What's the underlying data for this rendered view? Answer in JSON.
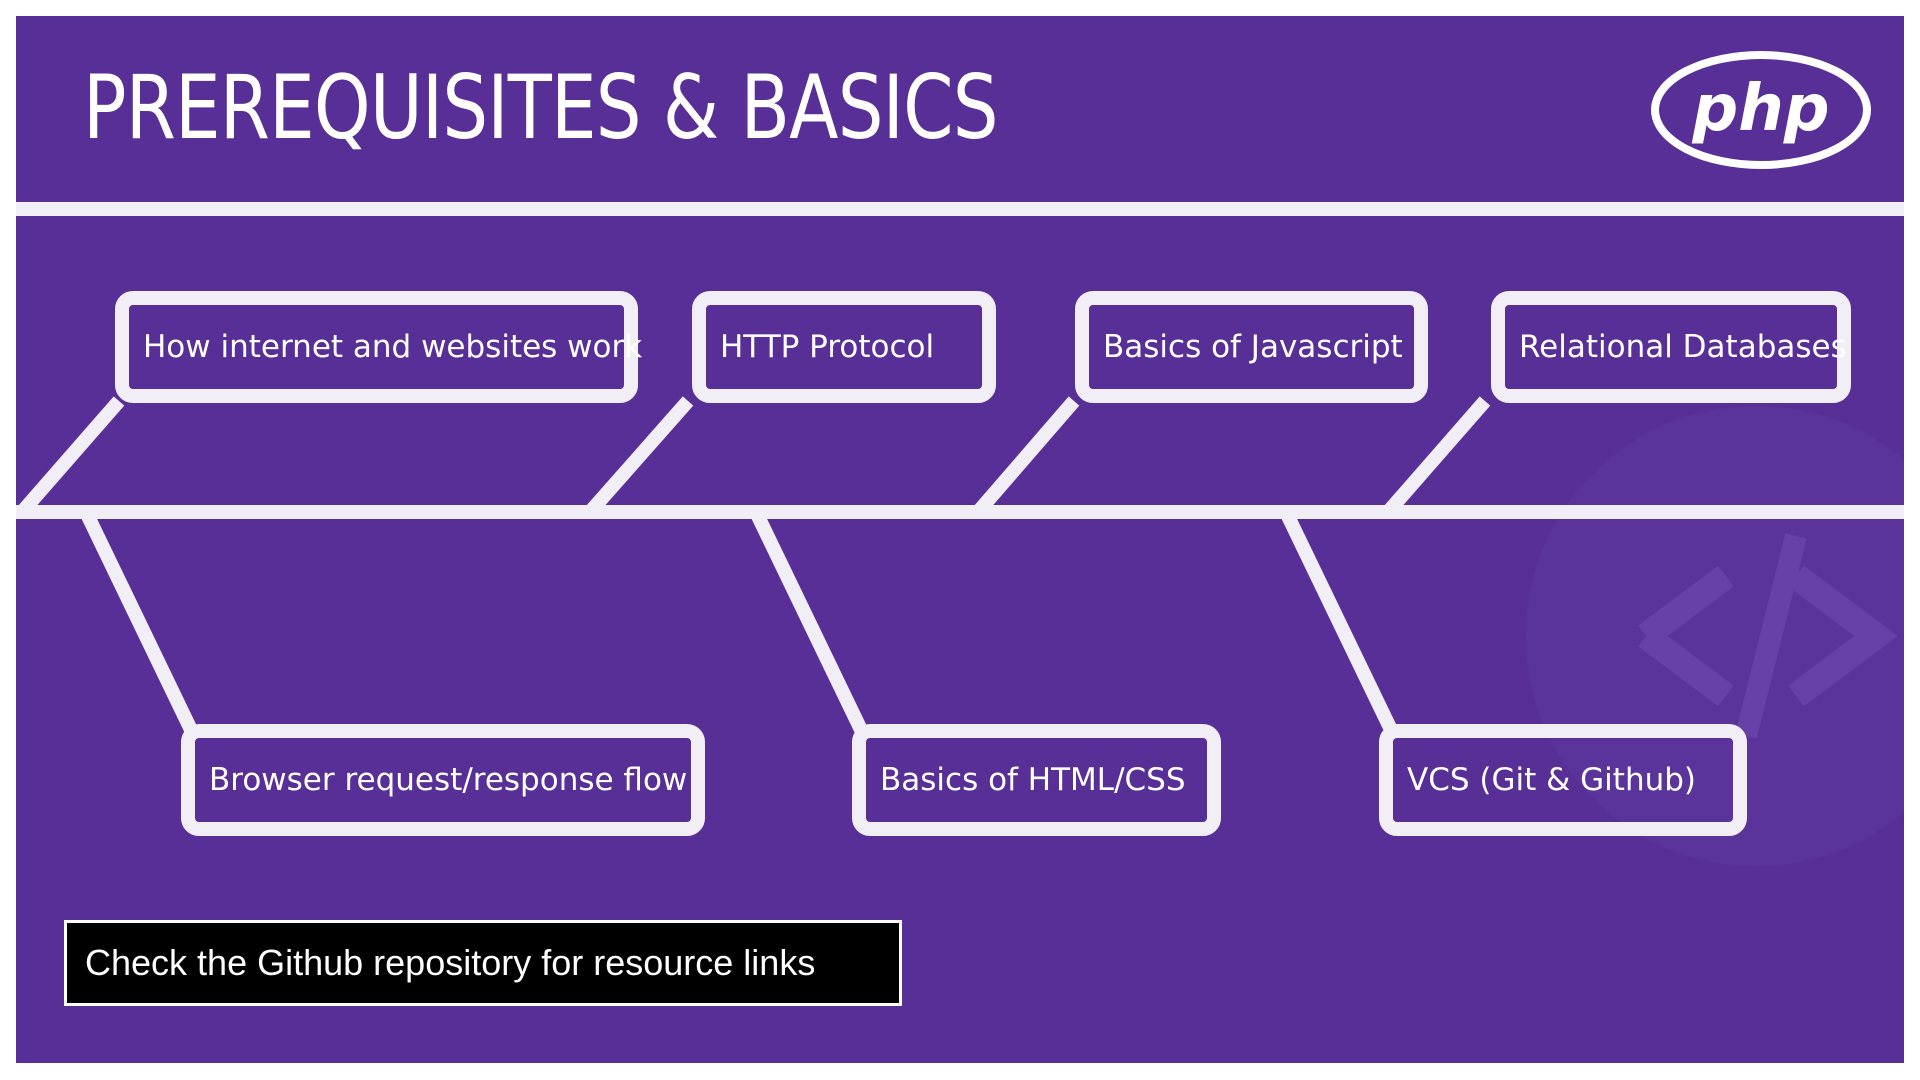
{
  "slide": {
    "title": "PREREQUISITES & BASICS",
    "logo_text": "php"
  },
  "top_items": [
    "How internet and websites work",
    "HTTP Protocol",
    "Basics of Javascript",
    "Relational Databases"
  ],
  "bottom_items": [
    "Browser request/response flow",
    "Basics of HTML/CSS",
    "VCS (Git & Github)"
  ],
  "notice": "Check the Github repository for resource links",
  "colors": {
    "background": "#572f96",
    "lines": "#f1eef6",
    "notice_background": "#000000"
  }
}
